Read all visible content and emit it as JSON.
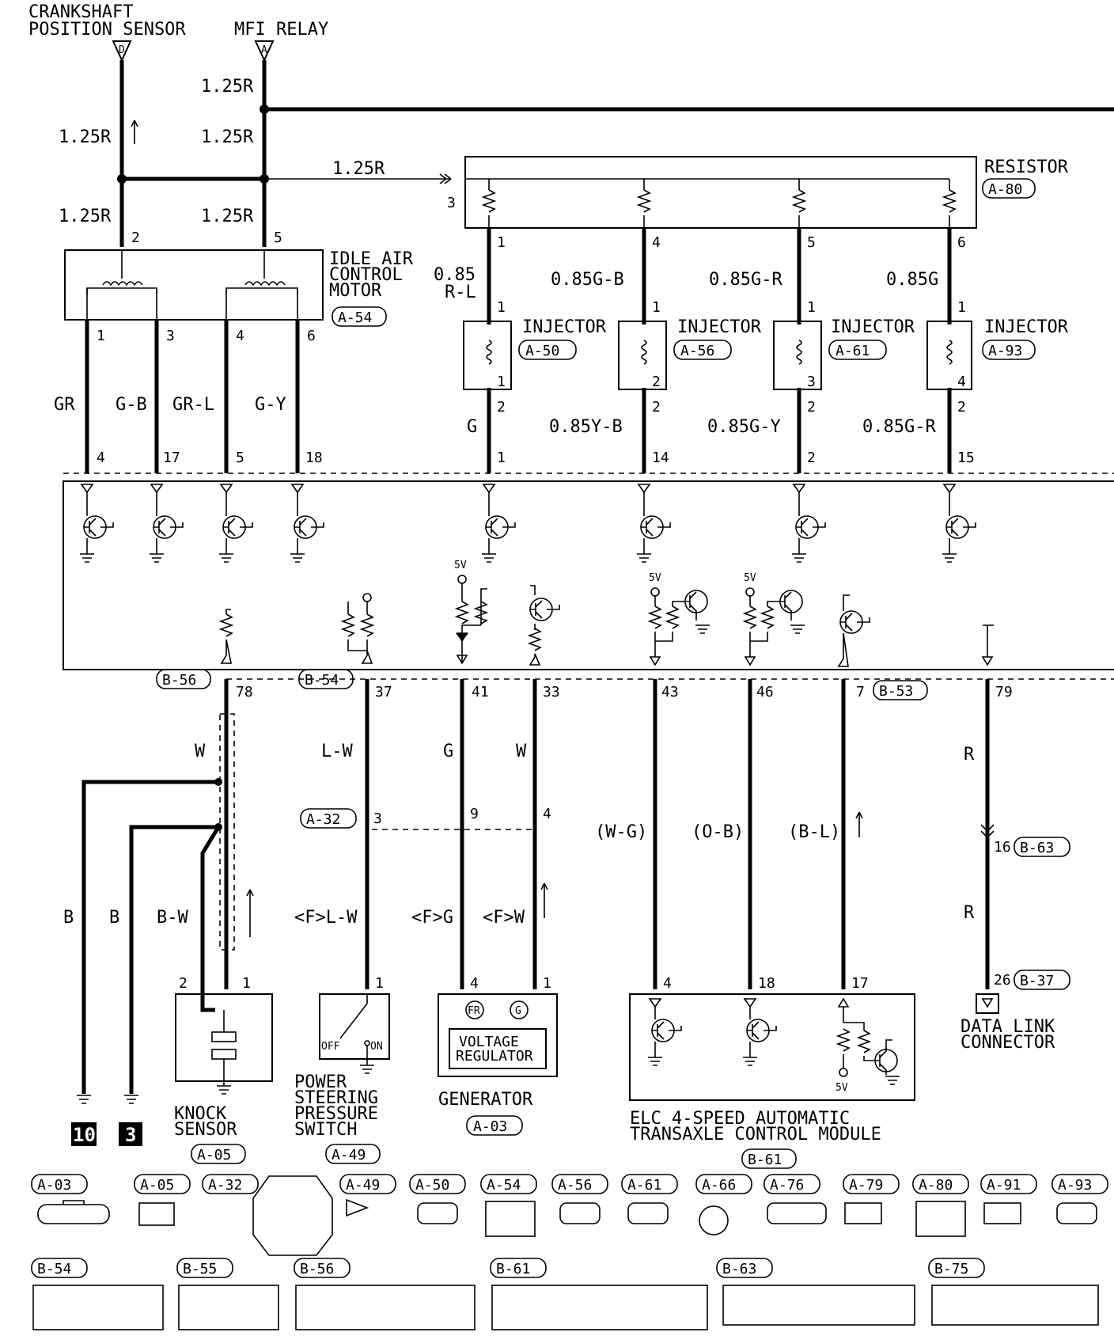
{
  "top": {
    "crankshaft": [
      "CRANKSHAFT",
      "POSITION SENSOR"
    ],
    "crankshaft_pin": "D",
    "mfi": "MFI RELAY",
    "mfi_pin": "A"
  },
  "wire_labels": {
    "r125": "1.25R",
    "r125b": "1.25R",
    "r125c": "1.25R",
    "r125d": "1.25R",
    "r125e": "1.25R",
    "r125f": "1.25R"
  },
  "resistor": {
    "name": "RESISTOR",
    "code": "A-80",
    "pin_in": "3",
    "pins": [
      "1",
      "4",
      "5",
      "6"
    ]
  },
  "iac": {
    "name": [
      "IDLE AIR",
      "CONTROL",
      "MOTOR"
    ],
    "code": "A-54",
    "top_pins": [
      "2",
      "5"
    ],
    "bottom_pins": [
      "1",
      "3",
      "4",
      "6"
    ],
    "wires": [
      "GR",
      "G-B",
      "GR-L",
      "G-Y"
    ],
    "ecu_pins": [
      "4",
      "17",
      "5",
      "18"
    ]
  },
  "injectors": [
    {
      "label": "INJECTOR",
      "code": "A-50",
      "wire_top": "0.85",
      "wire_top2": "R-L",
      "pin_top": "1",
      "pin_bot": "2",
      "num": "1",
      "wire_bot": "G",
      "ecu_pin": "1"
    },
    {
      "label": "INJECTOR",
      "code": "A-56",
      "wire_top": "0.85G-B",
      "wire_top2": "",
      "pin_top": "1",
      "pin_bot": "2",
      "num": "2",
      "wire_bot": "0.85Y-B",
      "ecu_pin": "14"
    },
    {
      "label": "INJECTOR",
      "code": "A-61",
      "wire_top": "0.85G-R",
      "wire_top2": "",
      "pin_top": "1",
      "pin_bot": "2",
      "num": "3",
      "wire_bot": "0.85G-Y",
      "ecu_pin": "2"
    },
    {
      "label": "INJECTOR",
      "code": "A-93",
      "wire_top": "0.85G",
      "wire_top2": "",
      "pin_top": "1",
      "pin_bot": "2",
      "num": "4",
      "wire_bot": "0.85G-R",
      "ecu_pin": "15"
    }
  ],
  "ecu_bottom": {
    "b56": "B-56",
    "pin78": "78",
    "b54": "B-54",
    "pin37": "37",
    "pin41": "41",
    "pin33": "33",
    "pin43": "43",
    "pin46": "46",
    "pin7": "7",
    "b53": "B-53",
    "pin79": "79",
    "v5a": "5V",
    "v5b": "5V",
    "v5c": "5V"
  },
  "mid": {
    "w_w": "W",
    "lw": "L-W",
    "g": "G",
    "w2": "W",
    "a32": "A-32",
    "p3": "3",
    "p9": "9",
    "p4": "4",
    "wg": "(W-G)",
    "ob": "(O-B)",
    "bl": "(B-L)",
    "r1": "R",
    "p16": "16",
    "b63": "B-63",
    "r2": "R",
    "b1": "B",
    "b2": "B",
    "bw": "B-W",
    "flw": "<F>L-W",
    "fg": "<F>G",
    "fw": "<F>W",
    "p26": "26",
    "b37": "B-37"
  },
  "knock": {
    "name": [
      "KNOCK",
      "SENSOR"
    ],
    "code": "A-05",
    "pin2": "2",
    "pin1": "1"
  },
  "ground_a": "10",
  "ground_b": "3",
  "ps": {
    "name": [
      "POWER",
      "STEERING",
      "PRESSURE",
      "SWITCH"
    ],
    "code": "A-49",
    "pin": "1",
    "off": "OFF",
    "on": "ON"
  },
  "gen": {
    "name": "GENERATOR",
    "code": "A-03",
    "pin4": "4",
    "pin1": "1",
    "reg": [
      "VOLTAGE",
      "REGULATOR"
    ],
    "fr": "FR",
    "gc": "G"
  },
  "elc": {
    "name": [
      "ELC 4-SPEED AUTOMATIC",
      "TRANSAXLE CONTROL MODULE"
    ],
    "code": "B-61",
    "p4": "4",
    "p18": "18",
    "p17": "17",
    "v5": "5V"
  },
  "dlc": {
    "name": [
      "DATA LINK",
      "CONNECTOR"
    ]
  },
  "connectors_row1": [
    "A-03",
    "A-05",
    "A-32",
    "A-49",
    "A-50",
    "A-54",
    "A-56",
    "A-61",
    "A-66",
    "A-76",
    "A-79",
    "A-80",
    "A-91",
    "A-93"
  ],
  "connectors_row2": [
    "B-54",
    "B-55",
    "B-56",
    "B-61",
    "B-63",
    "B-75"
  ]
}
